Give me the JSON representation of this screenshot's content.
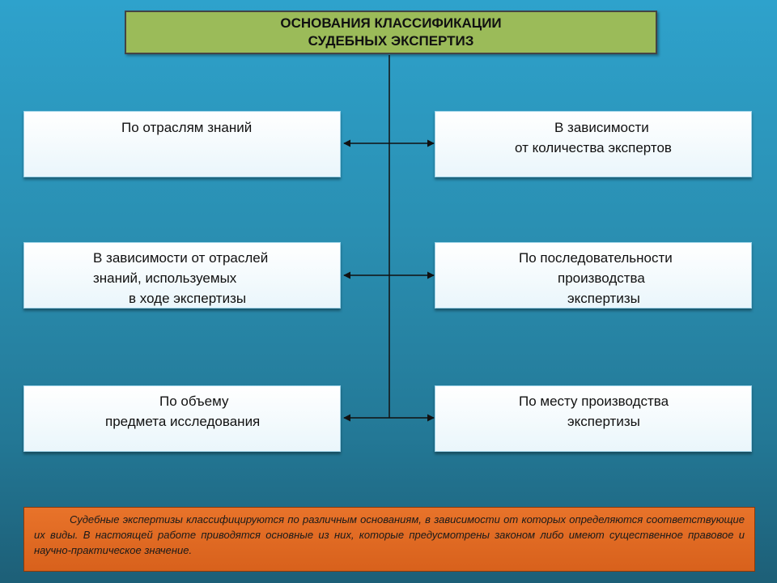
{
  "title": {
    "line1": "ОСНОВАНИЯ КЛАССИФИКАЦИИ",
    "line2": "СУДЕБНЫХ ЭКСПЕРТИЗ"
  },
  "boxes": {
    "left1": {
      "line1": "По отраслям знаний"
    },
    "right1": {
      "line1": "В зависимости",
      "line2": "от количества экспертов"
    },
    "left2": {
      "line1": "В зависимости от отраслей",
      "line2": "знаний, используемых",
      "line3": "в ходе экспертизы"
    },
    "right2": {
      "line1": "По последовательности",
      "line2": "производства",
      "line3": "экспертизы"
    },
    "left3": {
      "line1": "По объему",
      "line2": "предмета исследования"
    },
    "right3": {
      "line1": "По месту производства",
      "line2": "экспертизы"
    }
  },
  "note": {
    "text": "Судебные экспертизы классифицируются по различным основаниям, в зависимости от которых определяются соответствующие их виды. В настоящей работе приводятся основные из них, которые предусмотрены законом либо имеют существенное правовое и научно-практическое значение."
  },
  "colors": {
    "title_bg": "#9bbb59",
    "note_bg": "#e8732a",
    "background": "#2a8fb2"
  }
}
